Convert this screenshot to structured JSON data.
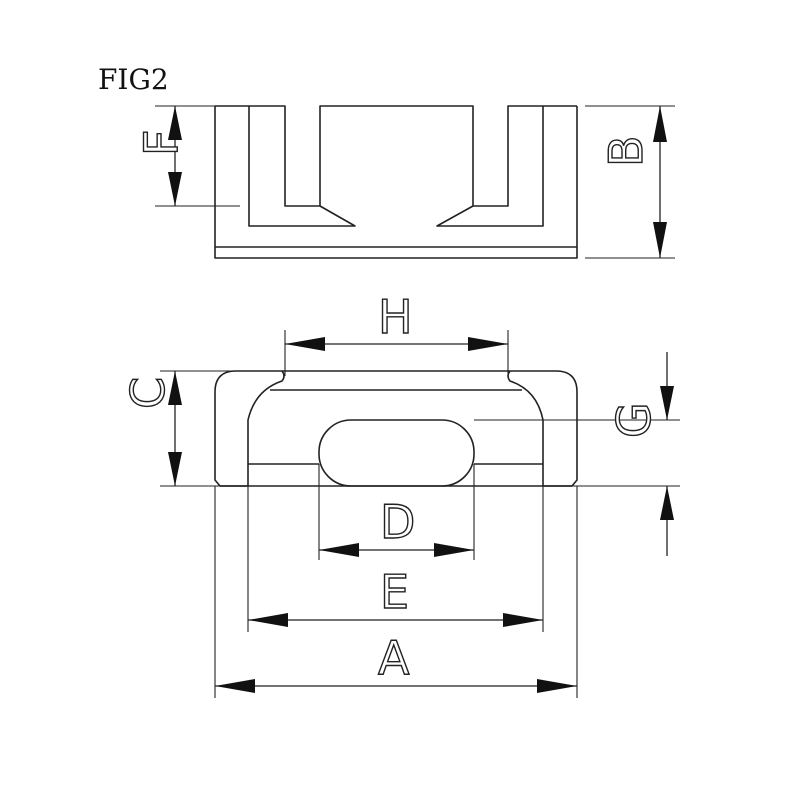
{
  "figure": {
    "title": "FIG2"
  },
  "dimensions": {
    "A": "A",
    "B": "B",
    "C": "C",
    "D": "D",
    "E": "E",
    "F": "F",
    "G": "G",
    "H": "H"
  }
}
